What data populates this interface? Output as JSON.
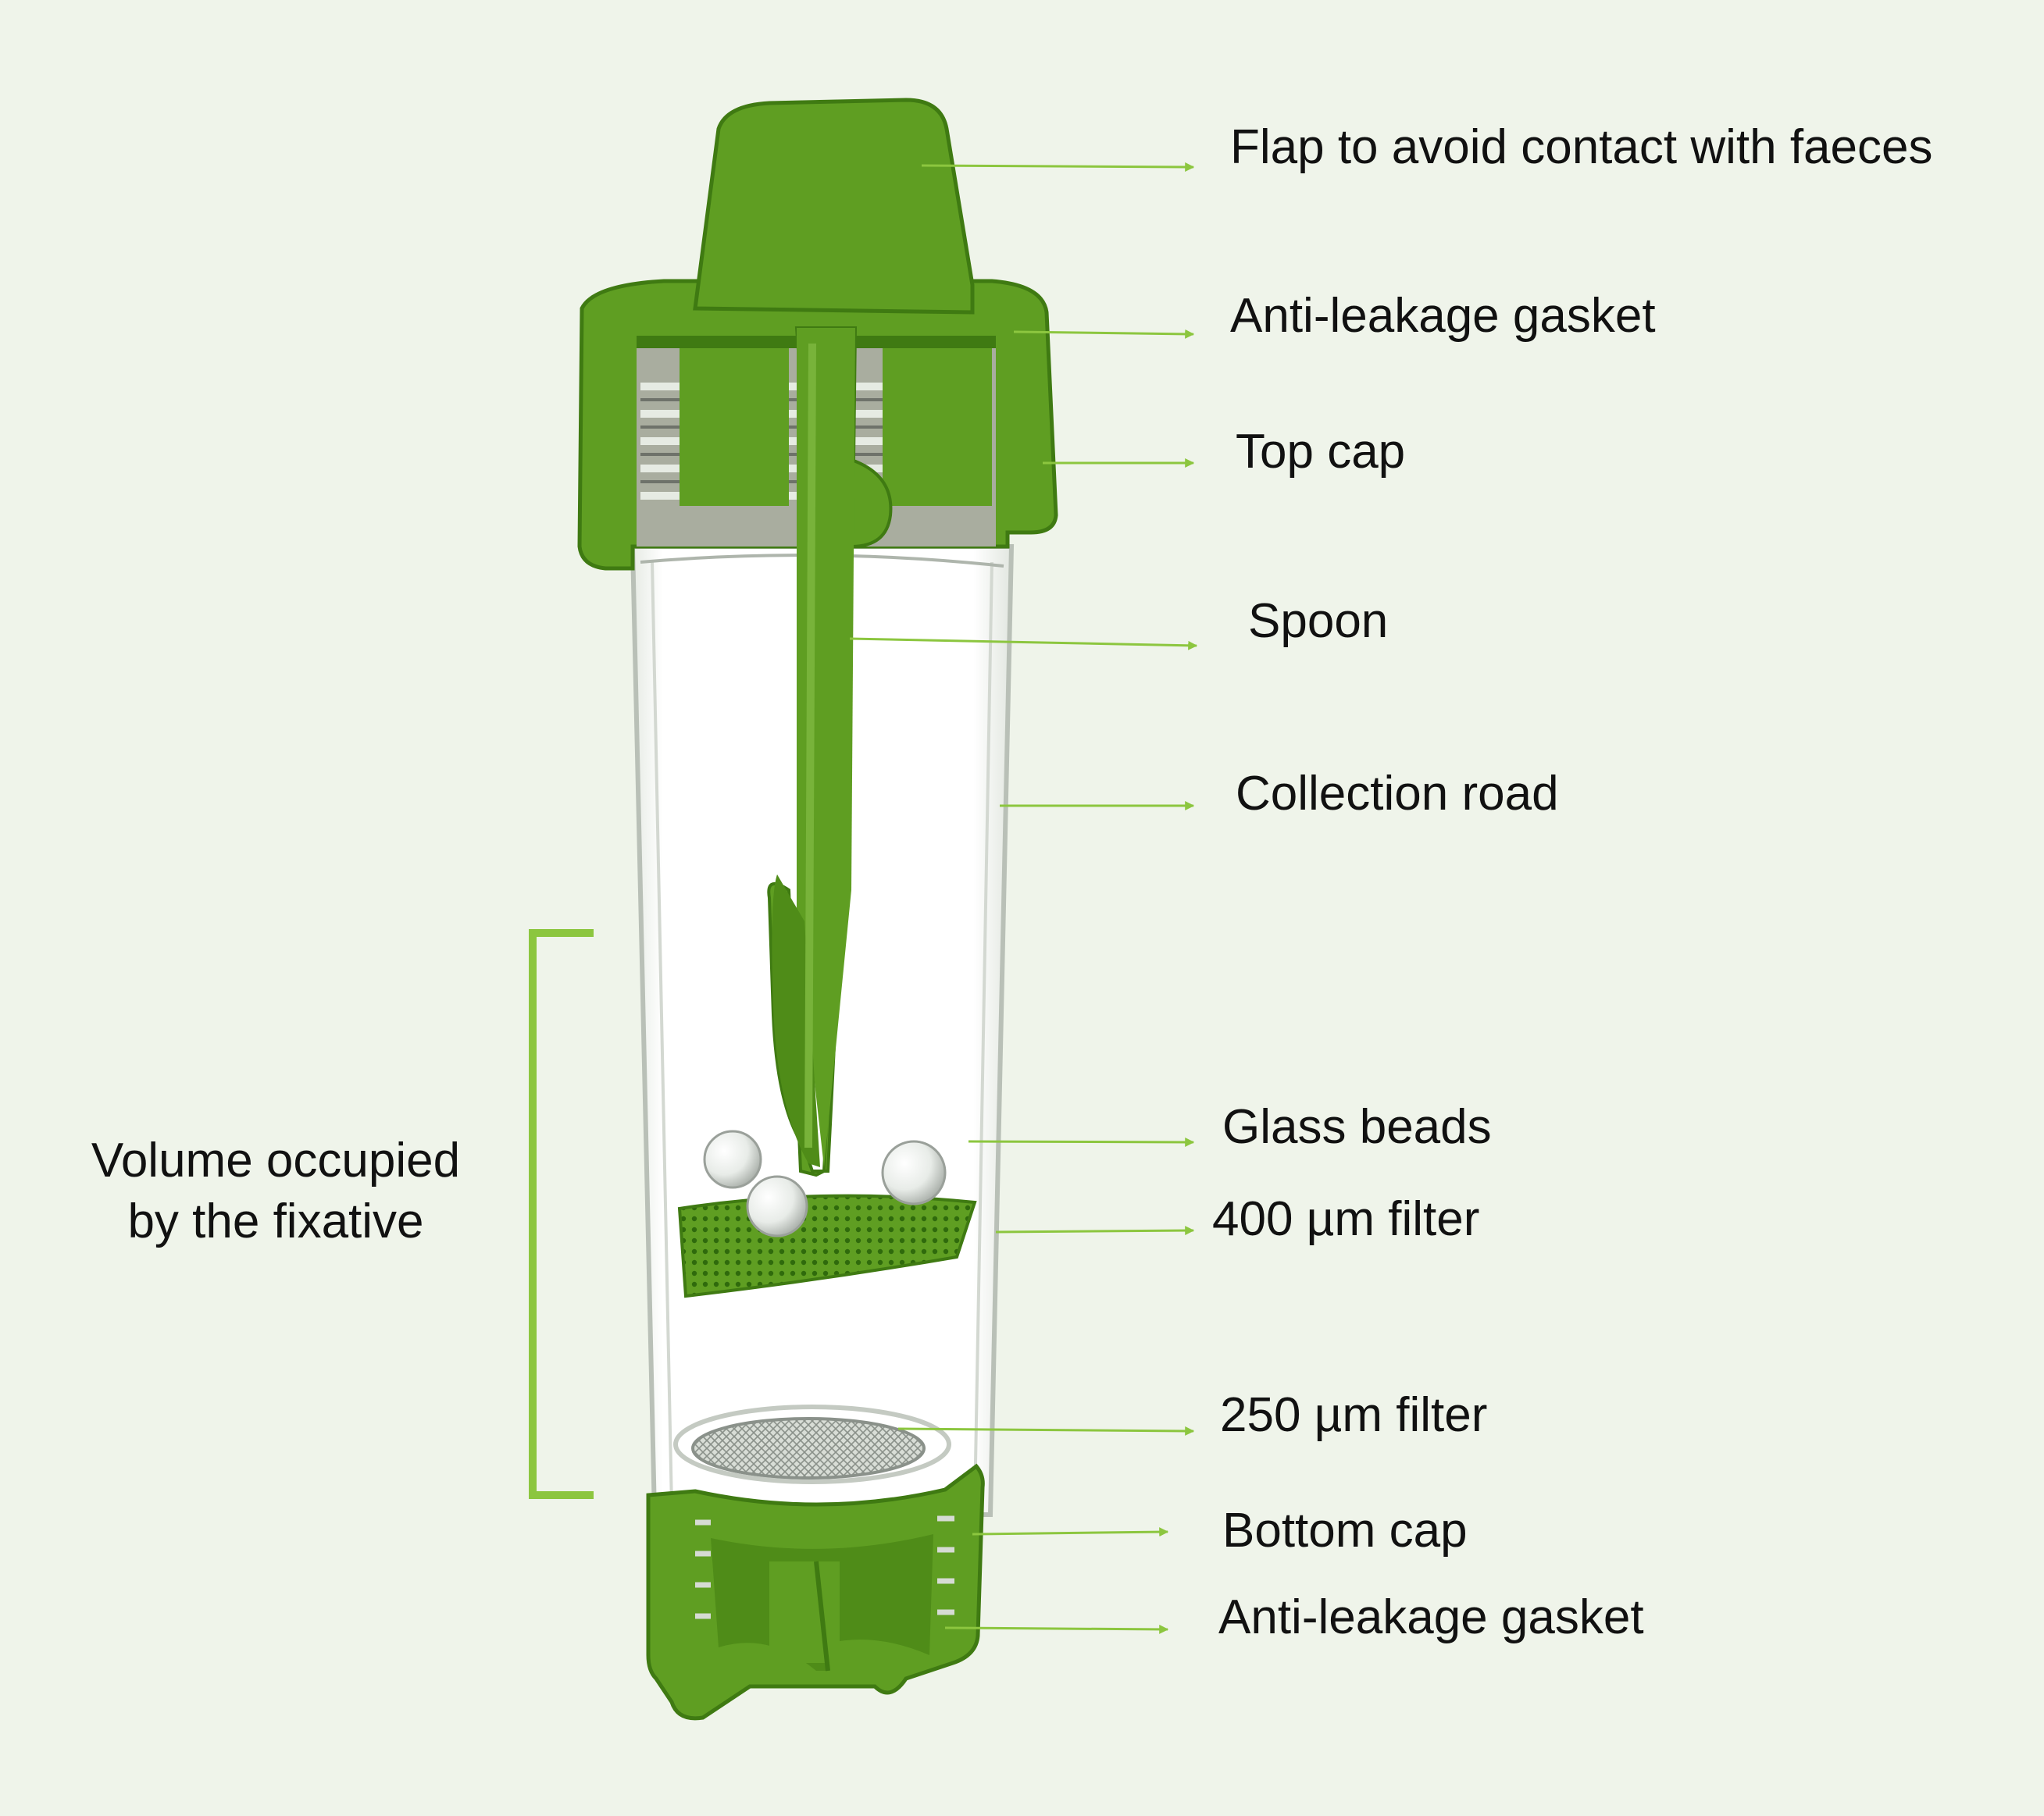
{
  "colors": {
    "background": "#eff4ea",
    "plastic_green": "#5f9e22",
    "plastic_green_dark": "#3f7a12",
    "leader_line": "#8cc63f",
    "bracket": "#8cc63f",
    "tube_glass": "#ffffff"
  },
  "labels": {
    "flap": "Flap to avoid contact with faeces",
    "gasket_top": "Anti-leakage gasket",
    "top_cap": "Top cap",
    "spoon": "Spoon",
    "collection_rod": "Collection road",
    "glass_beads": "Glass beads",
    "filter_400": "400  µm filter",
    "filter_250": "250 µm filter",
    "bottom_cap": "Bottom cap",
    "gasket_bottom": "Anti-leakage gasket"
  },
  "volume_label": {
    "line1": "Volume occupied",
    "line2": "by the fixative"
  },
  "icons": [
    "tube-illustration",
    "arrow-icon",
    "bracket-icon",
    "glass-bead-icon",
    "mesh-filter-icon"
  ]
}
